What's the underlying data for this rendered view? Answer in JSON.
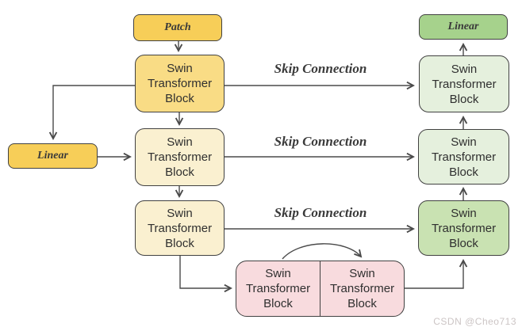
{
  "diagram": {
    "type": "architecture-flow-diagram",
    "subject": "Swin Transformer U-shaped encoder-decoder (Swin-Unet style)",
    "nodes": {
      "patch": {
        "label": "Patch"
      },
      "linear_encoder": {
        "label": "Linear"
      },
      "encoder_block_1": {
        "label": "Swin Transformer Block"
      },
      "encoder_block_2": {
        "label": "Swin Transformer Block"
      },
      "encoder_block_3": {
        "label": "Swin Transformer Block"
      },
      "bottleneck_block_1": {
        "label": "Swin Transformer Block"
      },
      "bottleneck_block_2": {
        "label": "Swin Transformer Block"
      },
      "decoder_block_3": {
        "label": "Swin Transformer Block"
      },
      "decoder_block_2": {
        "label": "Swin Transformer Block"
      },
      "decoder_block_1": {
        "label": "Swin Transformer Block"
      },
      "linear_decoder": {
        "label": "Linear"
      }
    },
    "labels": {
      "skip_connection_1": "Skip Connection",
      "skip_connection_2": "Skip Connection",
      "skip_connection_3": "Skip Connection"
    },
    "colors": {
      "gold": "#F7CE58",
      "light_gold": "#F9DC85",
      "cream": "#FAF0D0",
      "green": "#A6D28C",
      "light_green": "#E5F0DD",
      "medium_green": "#C9E2B2",
      "pink": "#F8DBDE",
      "node_border": "#414141",
      "arrow": "#4A4A4A",
      "text": "#2F2F2F"
    },
    "watermark": "CSDN @Cheo713"
  }
}
